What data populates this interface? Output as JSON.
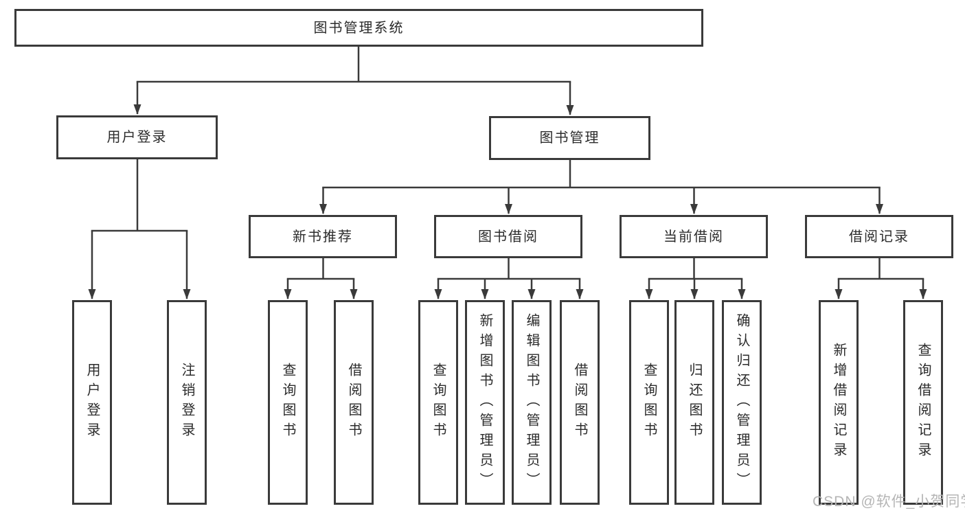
{
  "diagram": {
    "root": {
      "label": "图书管理系统"
    },
    "branches": {
      "userLogin": {
        "label": "用户登录",
        "children": [
          {
            "label": "用户登录"
          },
          {
            "label": "注销登录"
          }
        ]
      },
      "bookMgmt": {
        "label": "图书管理",
        "children": [
          {
            "label": "新书推荐",
            "children": [
              {
                "label": "查询图书"
              },
              {
                "label": "借阅图书"
              }
            ]
          },
          {
            "label": "图书借阅",
            "children": [
              {
                "label": "查询图书"
              },
              {
                "label": "新增图书（管理员）"
              },
              {
                "label": "编辑图书（管理员）"
              },
              {
                "label": "借阅图书"
              }
            ]
          },
          {
            "label": "当前借阅",
            "children": [
              {
                "label": "查询图书"
              },
              {
                "label": "归还图书"
              },
              {
                "label": "确认归还（管理员）"
              }
            ]
          },
          {
            "label": "借阅记录",
            "children": [
              {
                "label": "新增借阅记录"
              },
              {
                "label": "查询借阅记录"
              }
            ]
          }
        ]
      }
    },
    "watermark": "CSDN @软件_小贺同学",
    "colors": {
      "line": "#3a3a3a",
      "text": "#2b2b2b",
      "background": "#ffffff",
      "watermark": "#b5b5b5"
    }
  }
}
